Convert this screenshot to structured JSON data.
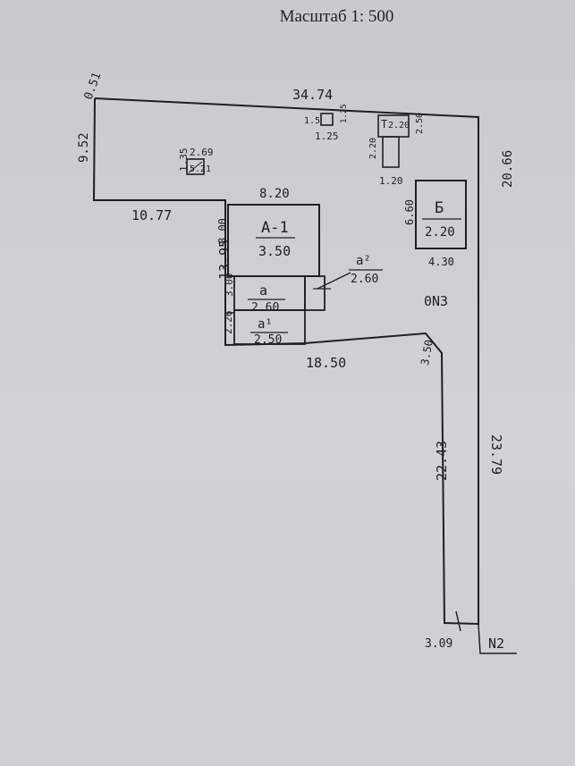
{
  "scale_title": "Масштаб 1: 500",
  "dims": {
    "top_offset": "0.51",
    "left_height": "9.52",
    "top_length": "34.74",
    "left_bottom": "10.77",
    "right_upper": "20.66",
    "main_width": "8.20",
    "main_height": "13.95",
    "a1_upper_height": "8.00",
    "a_height": "3.00",
    "a_small_height": "2.26",
    "bottom_mid": "18.50",
    "notch": "3.50",
    "shaft_left": "22.43",
    "right_lower": "23.79",
    "bottom": "3.09",
    "small_shed_h": "1.35",
    "small_shed_w": "2.69",
    "small_shed_w2": "5.21",
    "sq_left": "1.5",
    "sq_right": "1.25",
    "sq_bottom": "1.25",
    "t_top_w": "2.20",
    "t_top_h": "2.50",
    "t_stem_h": "2.20",
    "t_stem_w": "1.20",
    "b_height": "6.60",
    "b_width": "4.30"
  },
  "labels": {
    "a1_name": "А-1",
    "a1_val": "3.50",
    "a2_name": "а²",
    "a2_val": "2.60",
    "a_name": "а",
    "a_val": "2.60",
    "a_sub_name": "а¹",
    "a_sub_val": "2.50",
    "b_name": "Б",
    "b_val": "2.20",
    "t_name": "Т",
    "lot3": "0N3",
    "lot2": "N2"
  }
}
